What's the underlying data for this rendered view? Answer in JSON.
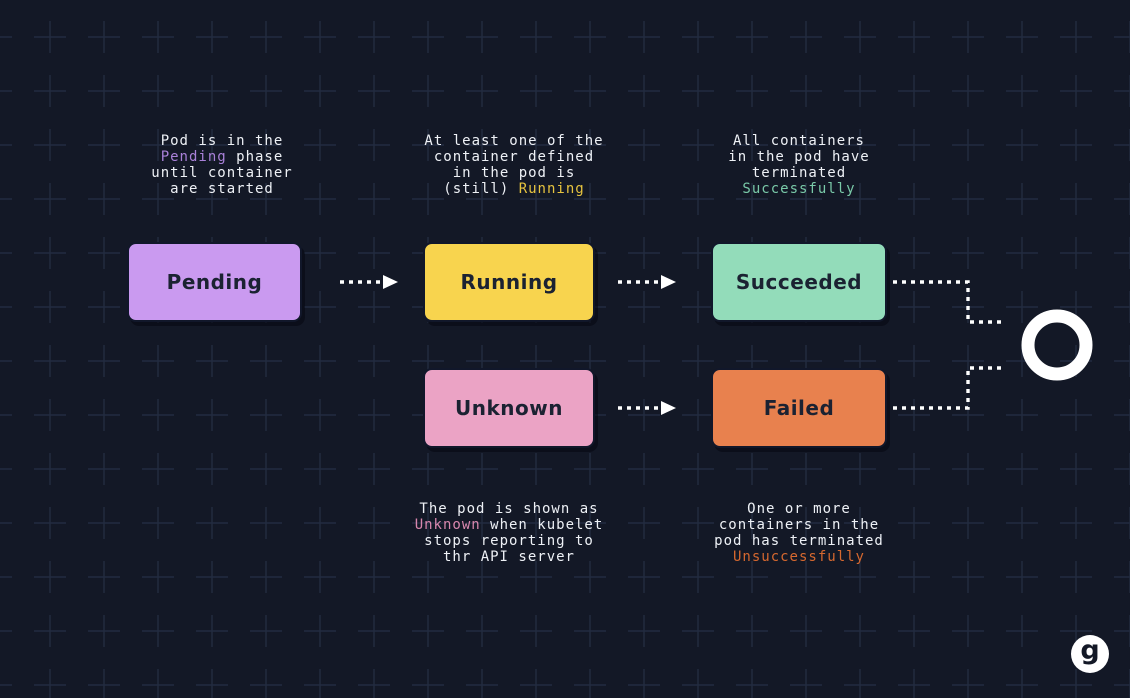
{
  "theme": {
    "bg": "#131826",
    "grid": "#222b40",
    "text": "#eef1f6",
    "line": "#ffffff",
    "node_text": "#1b2232",
    "node_edge": "#11172a",
    "node_pending": "#ca9af0",
    "node_running": "#f8d44e",
    "node_succeeded": "#93dcba",
    "node_unknown": "#eba3c5",
    "node_failed": "#e8814e",
    "kw_purple": "#a981d9",
    "kw_yellow": "#e6c33f",
    "kw_teal": "#79c9a8",
    "kw_pink": "#d887ae",
    "kw_orange": "#d6682f"
  },
  "nodes": {
    "pending": {
      "label": "Pending"
    },
    "running": {
      "label": "Running"
    },
    "succeeded": {
      "label": "Succeeded"
    },
    "unknown": {
      "label": "Unknown"
    },
    "failed": {
      "label": "Failed"
    }
  },
  "captions": {
    "pending": {
      "segments": [
        {
          "text": "Pod is in the\n"
        },
        {
          "text": "Pending",
          "color": "purple"
        },
        {
          "text": " phase\nuntil container\nare started"
        }
      ]
    },
    "running": {
      "segments": [
        {
          "text": "At least one of the\ncontainer defined\nin the pod is\n(still) "
        },
        {
          "text": "Running",
          "color": "yellow"
        }
      ]
    },
    "succeeded": {
      "segments": [
        {
          "text": "All containers\nin the pod have\nterminated\n"
        },
        {
          "text": "Successfully",
          "color": "teal"
        }
      ]
    },
    "unknown": {
      "segments": [
        {
          "text": "The pod is shown as\n"
        },
        {
          "text": "Unknown",
          "color": "pink"
        },
        {
          "text": " when kubelet\nstops reporting to\nthr API server"
        }
      ]
    },
    "failed": {
      "segments": [
        {
          "text": "One or more\ncontainers in the\npod has terminated\n"
        },
        {
          "text": "Unsuccessfully",
          "color": "orange"
        }
      ]
    }
  },
  "logo": {
    "letter": "g"
  }
}
